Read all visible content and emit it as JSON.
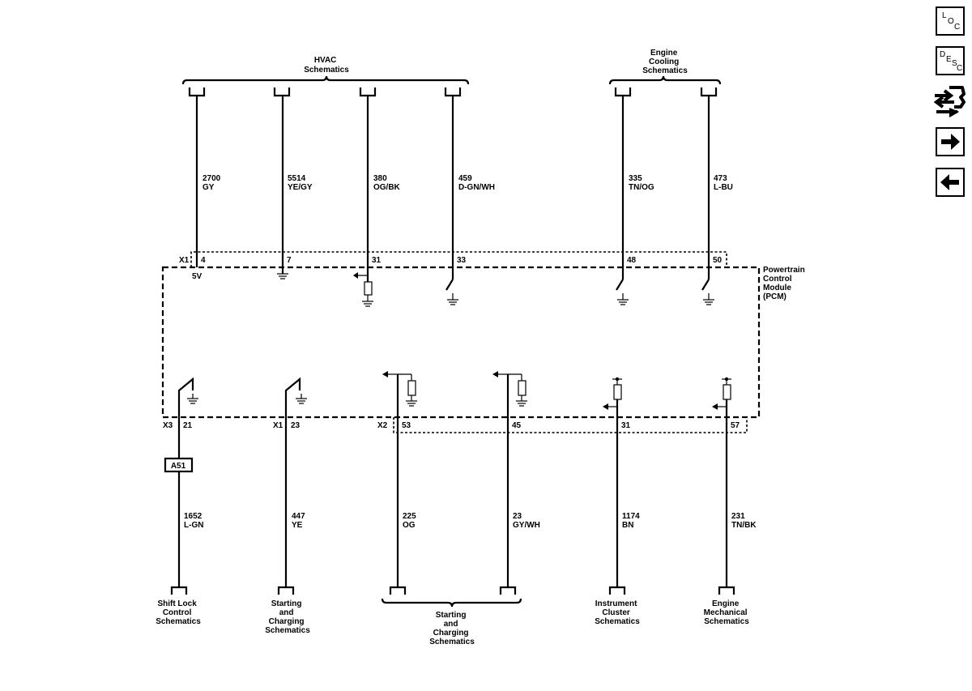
{
  "groups": {
    "hvac": [
      "HVAC",
      "Schematics"
    ],
    "engine_cooling": [
      "Engine",
      "Cooling",
      "Schematics"
    ],
    "starting_bottom": [
      "Starting",
      "and",
      "Charging",
      "Schematics"
    ]
  },
  "module": [
    "Powertrain",
    "Control",
    "Module",
    "(PCM)"
  ],
  "connectors": {
    "x1": "X1",
    "x3": "X3",
    "x1b": "X1",
    "x2": "X2"
  },
  "voltage": "5V",
  "top_wires": [
    {
      "circuit": "2700",
      "color": "GY",
      "pin": "4"
    },
    {
      "circuit": "5514",
      "color": "YE/GY",
      "pin": "7"
    },
    {
      "circuit": "380",
      "color": "OG/BK",
      "pin": "31"
    },
    {
      "circuit": "459",
      "color": "D-GN/WH",
      "pin": "33"
    },
    {
      "circuit": "335",
      "color": "TN/OG",
      "pin": "48"
    },
    {
      "circuit": "473",
      "color": "L-BU",
      "pin": "50"
    }
  ],
  "bottom_wires": [
    {
      "circuit": "1652",
      "color": "L-GN",
      "pin": "21"
    },
    {
      "circuit": "447",
      "color": "YE",
      "pin": "23"
    },
    {
      "circuit": "225",
      "color": "OG",
      "pin": "53"
    },
    {
      "circuit": "23",
      "color": "GY/WH",
      "pin": "45"
    },
    {
      "circuit": "1174",
      "color": "BN",
      "pin": "31"
    },
    {
      "circuit": "231",
      "color": "TN/BK",
      "pin": "57"
    }
  ],
  "inline_connector": "A51",
  "destinations": {
    "shift_lock": [
      "Shift Lock",
      "Control",
      "Schematics"
    ],
    "starting": [
      "Starting",
      "and",
      "Charging",
      "Schematics"
    ],
    "instrument": [
      "Instrument",
      "Cluster",
      "Schematics"
    ],
    "engine_mech": [
      "Engine",
      "Mechanical",
      "Schematics"
    ]
  },
  "nav": {
    "loc": [
      "L",
      "O",
      "C"
    ],
    "desc": [
      "D",
      "E",
      "S",
      "C"
    ]
  }
}
